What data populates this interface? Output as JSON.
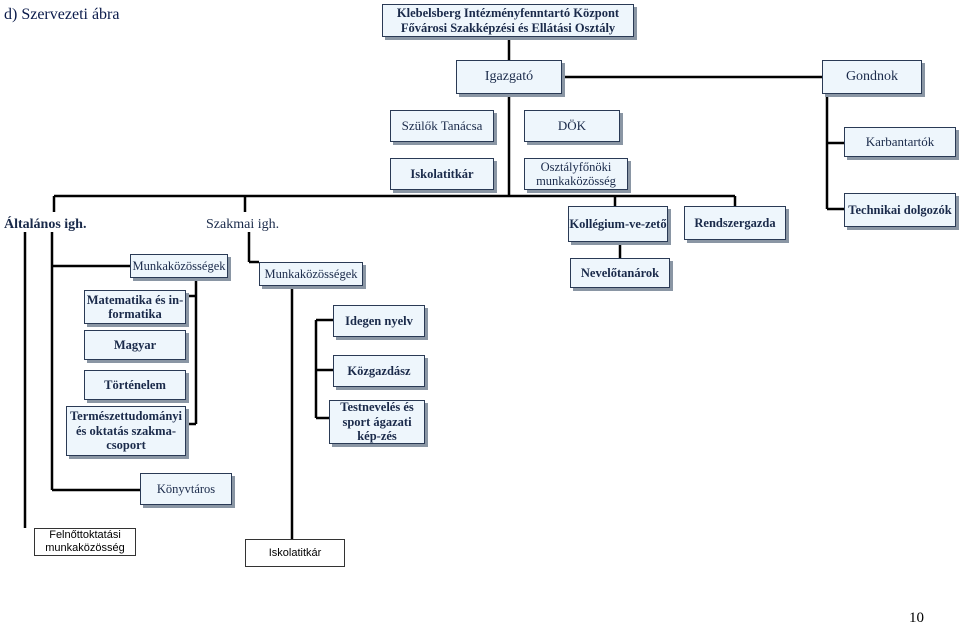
{
  "heading": "d) Szervezeti ábra",
  "nodes": {
    "klik": "Klebelsberg Intézményfenntartó Központ Fővárosi Szakképzési és Ellátási Osztály",
    "igazgato": "Igazgató",
    "gondnok": "Gondnok",
    "karbantartok": "Karbantartók",
    "technikai": "Technikai dolgozók",
    "szulok": "Szülők Tanácsa",
    "dok": "DÖK",
    "iskolatitkar": "Iskolatitkár",
    "osztalyfonoki": "Osztályfőnöki munkaközösség",
    "altalanos": "Általános igh.",
    "szakmai": "Szakmai igh.",
    "kollegium": "Kollégium-ve-zető",
    "rendszergazda": "Rendszergazda",
    "munka1": "Munkaközösségek",
    "munka2": "Munkaközösségek",
    "nevelotanarok": "Nevelőtanárok",
    "matek": "Matematika és in-formatika",
    "magyar": "Magyar",
    "tortenelem": "Történelem",
    "termeszet": "Természettudományi és oktatás szakma-csoport",
    "idegen": "Idegen nyelv",
    "kozgazdasz": "Közgazdász",
    "testneveles": "Testnevelés és sport ágazati kép-zés",
    "konyvtaros": "Könyvtáros",
    "felnott": "Felnőttoktatási munkaközösség",
    "iskolatitkar2": "Iskolatitkár"
  },
  "page_number": "10"
}
